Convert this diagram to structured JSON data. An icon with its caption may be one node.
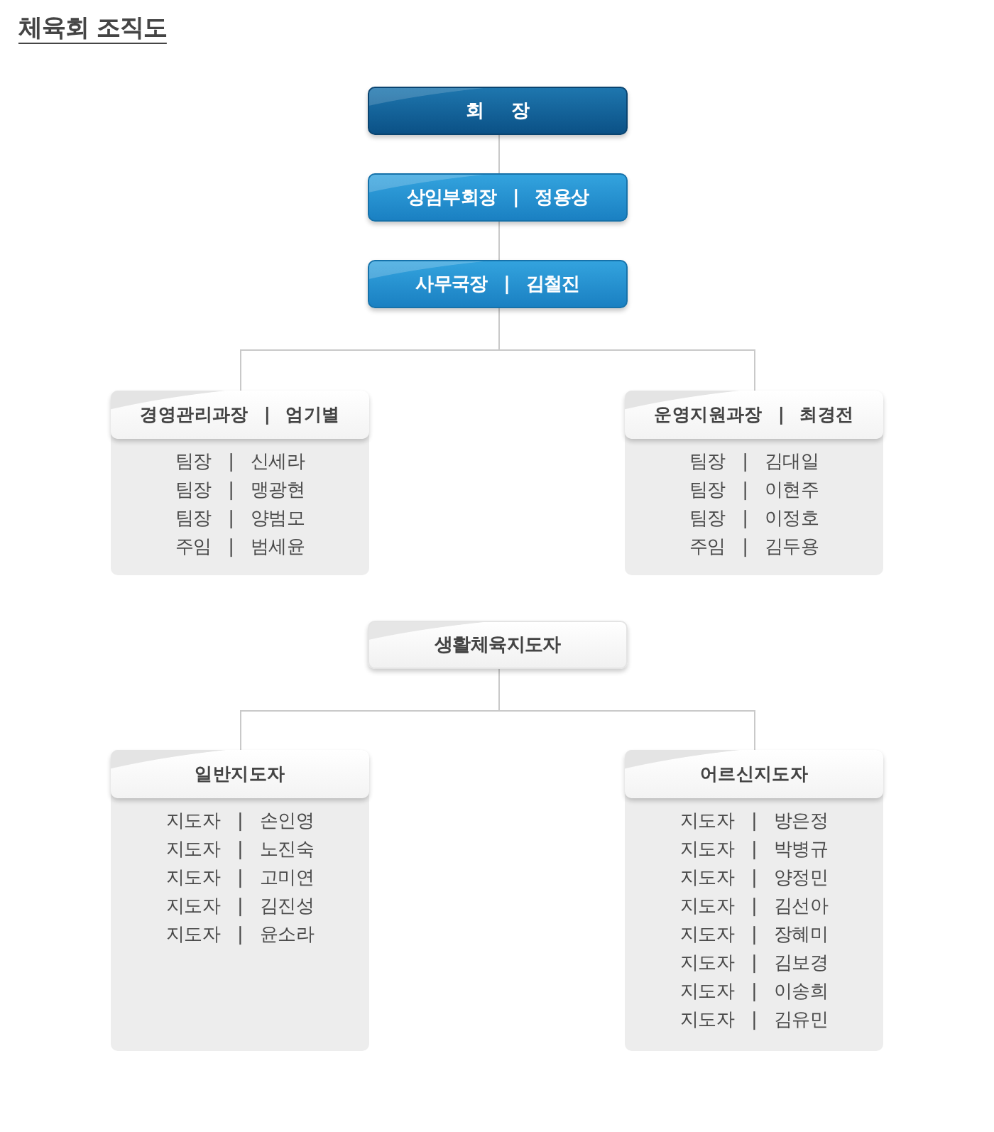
{
  "diagram": {
    "title": "체육회 조직도",
    "nodes": [
      {
        "text": [
          "회 장"
        ]
      },
      {
        "text": [
          "상임부회장 | 정용상"
        ]
      },
      {
        "text": [
          "사무국장 | 김철진"
        ]
      },
      {
        "text": [
          "경영관리과장 | 엄기별",
          "팀장 | 신세라",
          "팀장 | 맹광현",
          "팀장 | 양범모",
          "주임 | 범세윤"
        ]
      },
      {
        "text": [
          "운영지원과장 | 최경전",
          "팀장 | 김대일",
          "팀장 | 이현주",
          "팀장 | 이정호",
          "주임 | 김두용"
        ]
      },
      {
        "text": [
          "생활체육지도자"
        ]
      },
      {
        "text": [
          "일반지도자",
          "지도자 | 손인영",
          "지도자 | 노진숙",
          "지도자 | 고미연",
          "지도자 | 김진성",
          "지도자 | 윤소라"
        ]
      },
      {
        "text": [
          "어르신지도자",
          "지도자 | 방은정",
          "지도자 | 박병규",
          "지도자 | 양정민",
          "지도자 | 김선아",
          "지도자 | 장혜미",
          "지도자 | 김보경",
          "지도자 | 이송희",
          "지도자 | 김유민"
        ]
      }
    ],
    "edges": [
      {
        "from": 0,
        "to": 1,
        "arrow": "none"
      },
      {
        "from": 1,
        "to": 2,
        "arrow": "none"
      },
      {
        "from": 2,
        "to": 3,
        "arrow": "none"
      },
      {
        "from": 2,
        "to": 4,
        "arrow": "none"
      },
      {
        "from": 5,
        "to": 6,
        "arrow": "none"
      },
      {
        "from": 5,
        "to": 7,
        "arrow": "none"
      }
    ]
  }
}
